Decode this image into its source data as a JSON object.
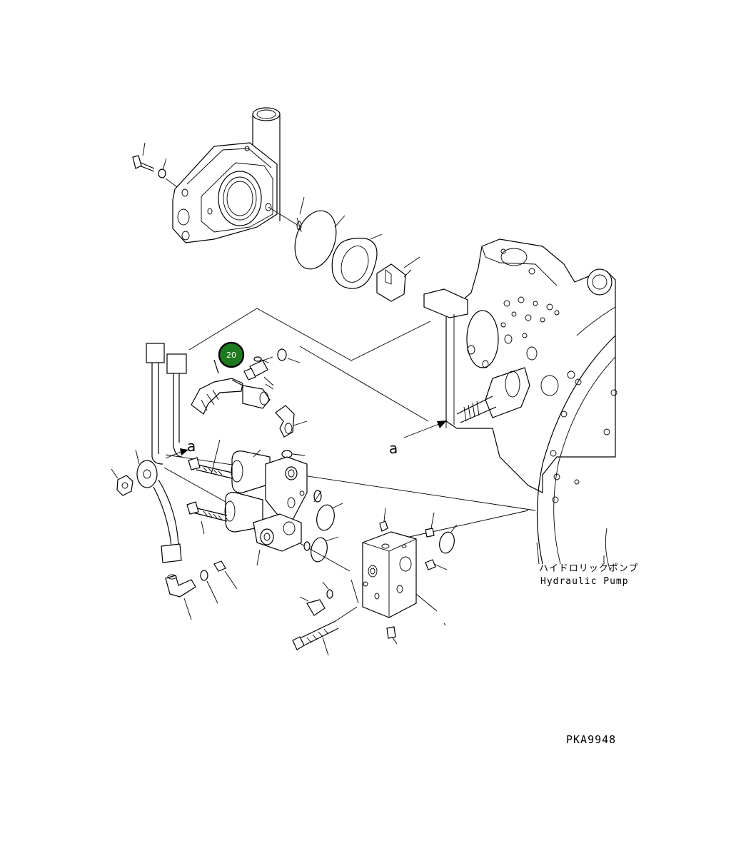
{
  "diagram": {
    "callout": {
      "number": "20",
      "color": "#1e7a1e"
    },
    "view_markers": {
      "left": "a",
      "right": "a"
    },
    "pump_label": {
      "jp": "ハイドロリックポンプ",
      "en": "Hydraulic Pump"
    },
    "drawing_code": "PKA9948"
  }
}
